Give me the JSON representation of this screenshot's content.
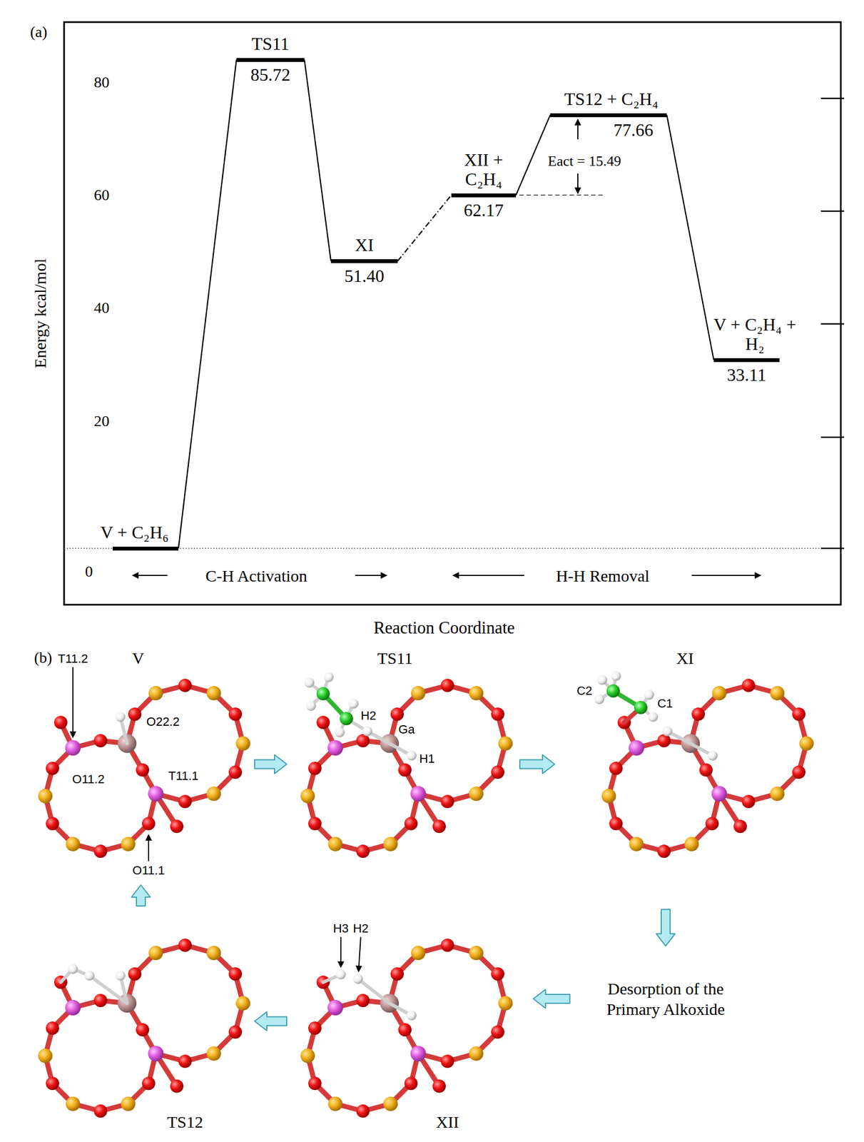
{
  "diagram": {
    "nodes": [
      {
        "text": [
          "V + C₂H₆"
        ]
      },
      {
        "text": [
          "TS11",
          "85.72"
        ]
      },
      {
        "text": [
          "XI",
          "51.40"
        ]
      },
      {
        "text": [
          "XII + C₂H₄",
          "62.17"
        ]
      },
      {
        "text": [
          "TS12 + C₂H₄",
          "77.66"
        ]
      },
      {
        "text": [
          "V + C₂H₄ + H₂",
          "33.11"
        ]
      },
      {
        "text": [
          "V"
        ]
      },
      {
        "text": [
          "TS11"
        ]
      },
      {
        "text": [
          "XI"
        ]
      },
      {
        "text": [
          "Desorption of the Primary Alkoxide"
        ]
      },
      {
        "text": [
          "XII"
        ]
      },
      {
        "text": [
          "TS12"
        ]
      }
    ],
    "edges": [
      {
        "from": 0,
        "to": 1,
        "arrow": "none"
      },
      {
        "from": 1,
        "to": 2,
        "arrow": "none"
      },
      {
        "from": 2,
        "to": 3,
        "arrow": "none"
      },
      {
        "from": 3,
        "to": 4,
        "arrow": "none"
      },
      {
        "from": 4,
        "to": 5,
        "arrow": "none"
      },
      {
        "from": 6,
        "to": 7,
        "arrow": "to"
      },
      {
        "from": 7,
        "to": 8,
        "arrow": "to"
      },
      {
        "from": 8,
        "to": 9,
        "arrow": "to"
      },
      {
        "from": 9,
        "to": 10,
        "arrow": "to"
      },
      {
        "from": 10,
        "to": 11,
        "arrow": "to"
      },
      {
        "from": 11,
        "to": 6,
        "arrow": "to"
      }
    ],
    "labels": [
      "(a)",
      "80",
      "60",
      "40",
      "20",
      "0",
      "Energy kcal/mol",
      "Eact = 15.49",
      "C-H Activation",
      "H-H Removal",
      "Reaction Coordinate",
      "(b)",
      "T11.2",
      "O22.2",
      "O11.2",
      "T11.1",
      "O11.1",
      "H2",
      "Ga",
      "H1",
      "C2",
      "C1",
      "H3",
      "H2"
    ]
  }
}
